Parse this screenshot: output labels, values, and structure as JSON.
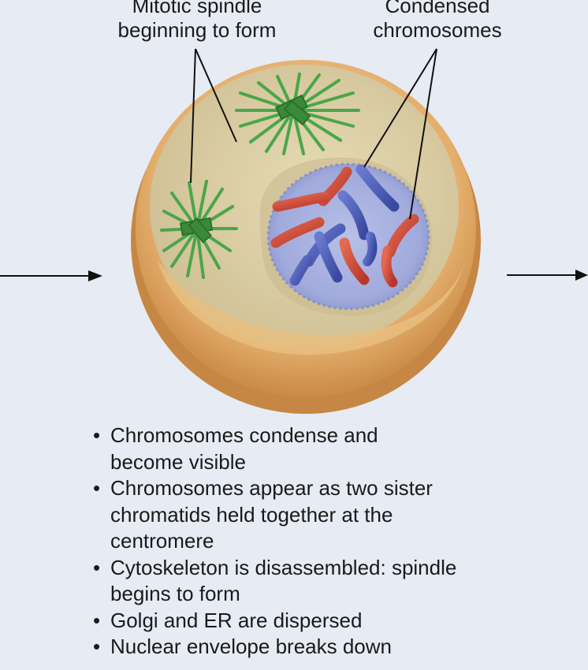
{
  "labels": {
    "spindle": [
      "Mitotic spindle",
      "beginning to form"
    ],
    "chromosomes": [
      "Condensed",
      "chromosomes"
    ]
  },
  "bullets": [
    [
      "Chromosomes condense and",
      "become visible"
    ],
    [
      "Chromosomes appear as two sister",
      "chromatids held together at the",
      "centromere"
    ],
    [
      "Cytoskeleton is disassembled: spindle",
      "begins to form"
    ],
    [
      "Golgi and ER are dispersed"
    ],
    [
      "Nuclear envelope breaks down"
    ]
  ],
  "colors": {
    "background": "#e6ebf4",
    "cell_rim": "#e0ac6b",
    "cytoplasm": "#ddd0a8",
    "nucleus": "#a8b2dc",
    "chromosome_red": "#d04a38",
    "chromosome_blue": "#4a5ab8",
    "spindle": "#46a046"
  }
}
